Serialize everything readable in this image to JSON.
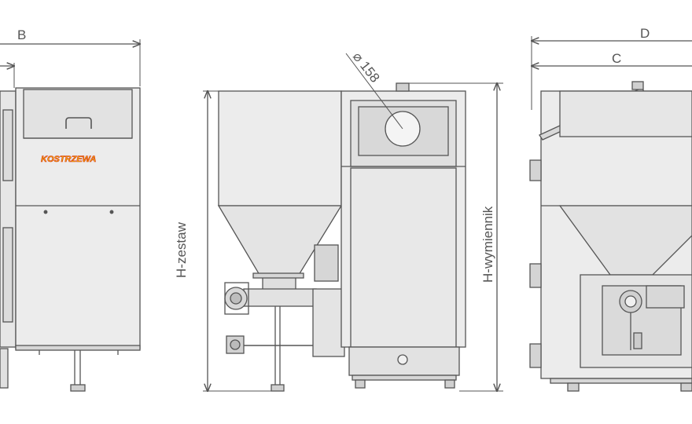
{
  "dimensions": {
    "b": "B",
    "c": "C",
    "d": "D",
    "diameter": "⌀ 158",
    "h_set": "H-zestaw",
    "h_exchanger": "H-wymiennik"
  },
  "brand": {
    "logo_text": "KOSTRZEWA",
    "accent_color": "#f2b705",
    "outline_color": "#d8301a"
  },
  "colors": {
    "line": "#555555",
    "body_fill": "#e9e9e9",
    "dark_fill": "#d0d0d0"
  }
}
